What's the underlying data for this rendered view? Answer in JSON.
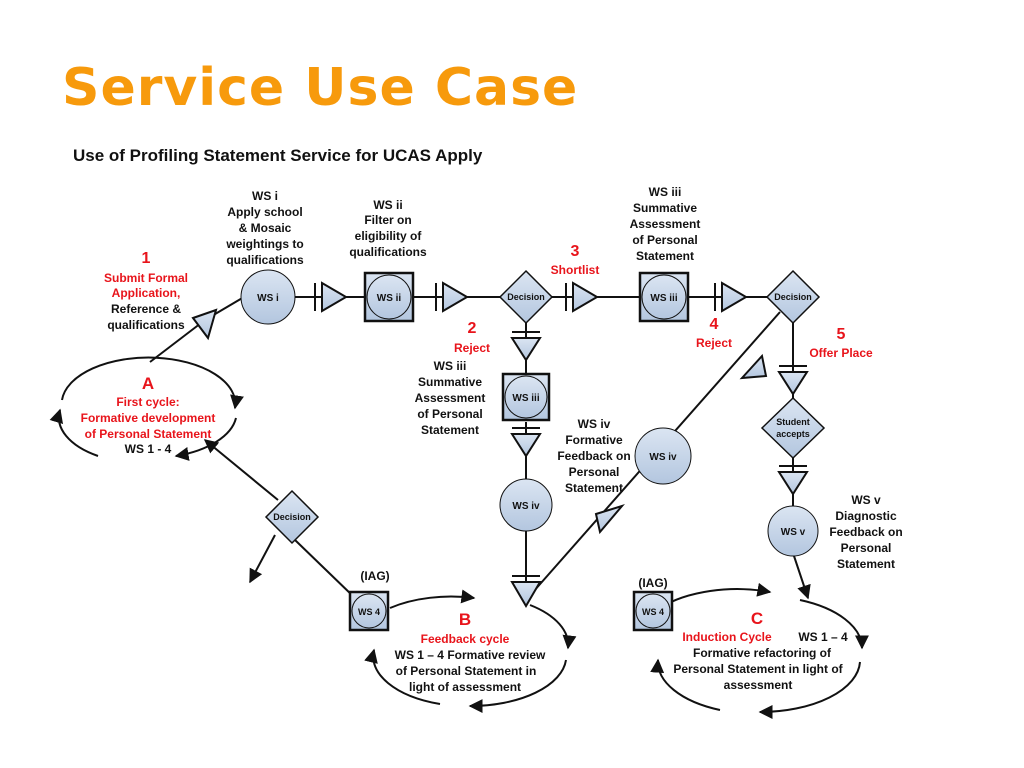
{
  "title": "Service Use Case",
  "subtitle": "Use of Profiling Statement Service for UCAS Apply",
  "step1": {
    "number": "1",
    "line1": "Submit Formal",
    "line2": "Application,",
    "line3": "Reference &",
    "line4": "qualifications"
  },
  "step2": {
    "number": "2",
    "label": "Reject"
  },
  "step3": {
    "number": "3",
    "label": "Shortlist"
  },
  "step4": {
    "number": "4",
    "label": "Reject"
  },
  "step5": {
    "number": "5",
    "label": "Offer Place"
  },
  "ws_i": {
    "node": "WS i",
    "l1": "WS i",
    "l2": "Apply school",
    "l3": "& Mosaic",
    "l4": "weightings to",
    "l5": "qualifications"
  },
  "ws_ii": {
    "node": "WS ii",
    "l1": "WS ii",
    "l2": "Filter on",
    "l3": "eligibility of",
    "l4": "qualifications"
  },
  "ws_iii_top": {
    "node": "WS iii",
    "l1": "WS iii",
    "l2": "Summative",
    "l3": "Assessment",
    "l4": "of Personal",
    "l5": "Statement"
  },
  "ws_iii_mid": {
    "node": "WS iii",
    "l1": "WS iii",
    "l2": "Summative",
    "l3": "Assessment",
    "l4": "of Personal",
    "l5": "Statement"
  },
  "ws_iv_mid": {
    "node": "WS iv"
  },
  "ws_iv_right": {
    "node": "WS iv",
    "l1": "WS iv",
    "l2": "Formative",
    "l3": "Feedback on",
    "l4": "Personal",
    "l5": "Statement"
  },
  "ws_v": {
    "node": "WS v",
    "l1": "WS v",
    "l2": "Diagnostic",
    "l3": "Feedback  on",
    "l4": "Personal",
    "l5": "Statement"
  },
  "decision": "Decision",
  "student_accepts": {
    "l1": "Student",
    "l2": "accepts"
  },
  "ws4_left": {
    "node": "WS 4",
    "label": "(IAG)"
  },
  "ws4_right": {
    "node": "WS 4",
    "label": "(IAG)"
  },
  "cycle_a": {
    "letter": "A",
    "l1": "First cycle:",
    "l2": "Formative development",
    "l3": "of Personal Statement",
    "l4": "WS 1 - 4"
  },
  "cycle_b": {
    "letter": "B",
    "l1": "Feedback cycle",
    "l2": "WS 1 – 4 Formative review",
    "l3": "of  Personal Statement in",
    "l4": "light of assessment"
  },
  "cycle_c": {
    "letter": "C",
    "l1a": "Induction Cycle",
    "l1b": "WS 1 – 4",
    "l2": "Formative refactoring of",
    "l3": "Personal Statement in light of",
    "l4": "assessment"
  },
  "colors": {
    "title": "#f79a0c",
    "accent_red": "#e8141b",
    "node_fill": "#c5d3e6",
    "line": "#111111"
  }
}
